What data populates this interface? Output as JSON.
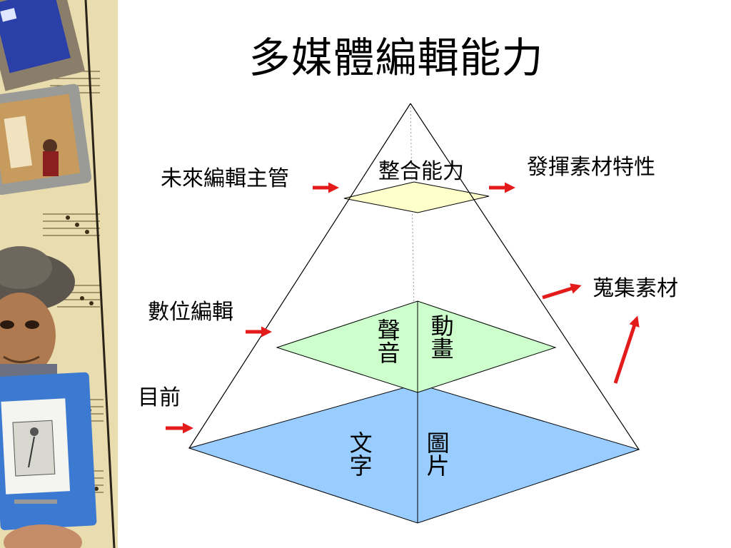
{
  "slide": {
    "title": "多媒體編輯能力"
  },
  "pyramid": {
    "top_level": {
      "label": "整合能力",
      "fill": "#ffffcc"
    },
    "middle_level": {
      "left_label": "聲音",
      "right_label": "動畫",
      "fill": "#ccffcc"
    },
    "base_level": {
      "left_label": "文字",
      "right_label": "圖片",
      "fill": "#99ccff"
    }
  },
  "left_labels": {
    "future": "未來編輯主管",
    "digital": "數位編輯",
    "current": "目前"
  },
  "right_labels": {
    "exploit": "發揮素材特性",
    "collect": "蒐集素材"
  },
  "colors": {
    "arrow": "#e31b1b",
    "line": "#000000",
    "sidebar_paper": "#e8d9a8",
    "sidebar_frame": "#6f5a2c"
  }
}
